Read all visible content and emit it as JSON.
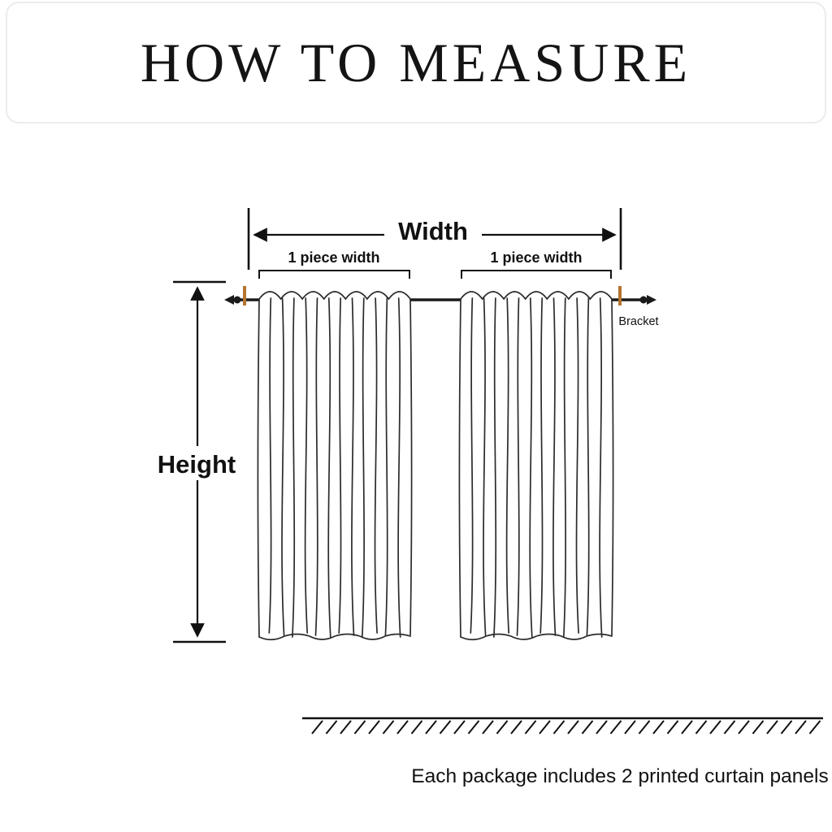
{
  "header": {
    "title": "HOW TO MEASURE"
  },
  "diagram": {
    "width_label": "Width",
    "piece_width_left": "1 piece width",
    "piece_width_right": "1 piece width",
    "height_label": "Height",
    "bracket_label": "Bracket",
    "line_color": "#1a1a1a",
    "bracket_accent_color": "#b5742f"
  },
  "footer": {
    "note": "Each package includes 2 printed curtain panels"
  }
}
